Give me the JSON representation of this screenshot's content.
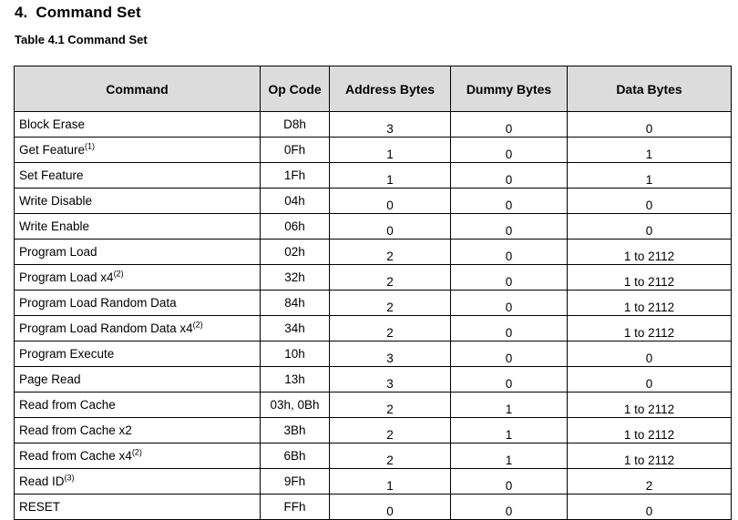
{
  "document": {
    "section_number": "4.",
    "section_title": "Command Set",
    "table_caption": "Table 4.1 Command Set"
  },
  "table": {
    "columns": [
      {
        "key": "command",
        "label": "Command"
      },
      {
        "key": "opcode",
        "label": "Op Code"
      },
      {
        "key": "address_bytes",
        "label": "Address Bytes"
      },
      {
        "key": "dummy_bytes",
        "label": "Dummy Bytes"
      },
      {
        "key": "data_bytes",
        "label": "Data Bytes"
      }
    ],
    "header_background": "#dcdcdc",
    "border_color": "#000000",
    "rows": [
      {
        "command": "Block Erase",
        "note": "",
        "opcode": "D8h",
        "address_bytes": "3",
        "dummy_bytes": "0",
        "data_bytes": "0"
      },
      {
        "command": "Get Feature",
        "note": "(1)",
        "opcode": "0Fh",
        "address_bytes": "1",
        "dummy_bytes": "0",
        "data_bytes": "1"
      },
      {
        "command": "Set Feature",
        "note": "",
        "opcode": "1Fh",
        "address_bytes": "1",
        "dummy_bytes": "0",
        "data_bytes": "1"
      },
      {
        "command": "Write Disable",
        "note": "",
        "opcode": "04h",
        "address_bytes": "0",
        "dummy_bytes": "0",
        "data_bytes": "0"
      },
      {
        "command": "Write Enable",
        "note": "",
        "opcode": "06h",
        "address_bytes": "0",
        "dummy_bytes": "0",
        "data_bytes": "0"
      },
      {
        "command": "Program Load",
        "note": "",
        "opcode": "02h",
        "address_bytes": "2",
        "dummy_bytes": "0",
        "data_bytes": "1 to 2112"
      },
      {
        "command": "Program Load x4",
        "note": "(2)",
        "opcode": "32h",
        "address_bytes": "2",
        "dummy_bytes": "0",
        "data_bytes": "1 to 2112"
      },
      {
        "command": "Program Load Random Data",
        "note": "",
        "opcode": "84h",
        "address_bytes": "2",
        "dummy_bytes": "0",
        "data_bytes": "1 to 2112"
      },
      {
        "command": "Program Load Random Data x4",
        "note": "(2)",
        "opcode": "34h",
        "address_bytes": "2",
        "dummy_bytes": "0",
        "data_bytes": "1 to 2112"
      },
      {
        "command": "Program Execute",
        "note": "",
        "opcode": "10h",
        "address_bytes": "3",
        "dummy_bytes": "0",
        "data_bytes": "0"
      },
      {
        "command": "Page Read",
        "note": "",
        "opcode": "13h",
        "address_bytes": "3",
        "dummy_bytes": "0",
        "data_bytes": "0"
      },
      {
        "command": "Read from Cache",
        "note": "",
        "opcode": "03h, 0Bh",
        "address_bytes": "2",
        "dummy_bytes": "1",
        "data_bytes": "1 to 2112"
      },
      {
        "command": "Read from Cache x2",
        "note": "",
        "opcode": "3Bh",
        "address_bytes": "2",
        "dummy_bytes": "1",
        "data_bytes": "1 to 2112"
      },
      {
        "command": "Read from Cache x4",
        "note": "(2)",
        "opcode": "6Bh",
        "address_bytes": "2",
        "dummy_bytes": "1",
        "data_bytes": "1 to 2112"
      },
      {
        "command": "Read ID",
        "note": "(3)",
        "opcode": "9Fh",
        "address_bytes": "1",
        "dummy_bytes": "0",
        "data_bytes": "2"
      },
      {
        "command": "RESET",
        "note": "",
        "opcode": "FFh",
        "address_bytes": "0",
        "dummy_bytes": "0",
        "data_bytes": "0"
      }
    ]
  }
}
